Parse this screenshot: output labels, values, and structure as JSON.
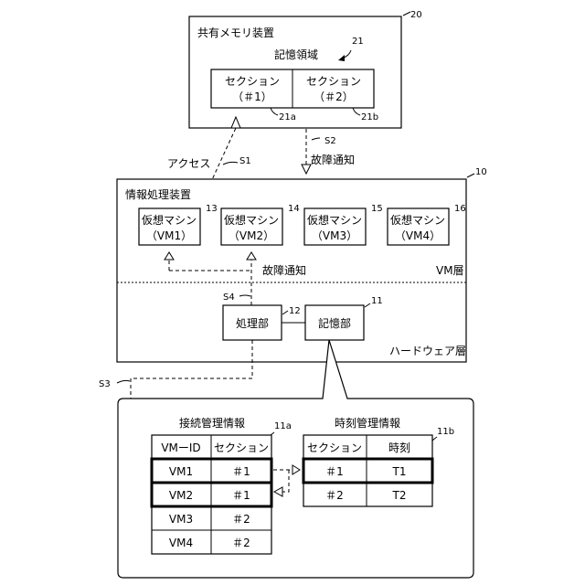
{
  "shared_memory": {
    "title": "共有メモリ装置",
    "ref": "20",
    "storage_area": "記憶領域",
    "storage_ref": "21",
    "section1_line1": "セクション",
    "section1_line2": "（＃1）",
    "section1_ref": "21a",
    "section2_line1": "セクション",
    "section2_line2": "（＃2）",
    "section2_ref": "21b"
  },
  "signals": {
    "access": "アクセス",
    "s1": "S1",
    "s2": "S2",
    "fault_notice_top": "故障通知",
    "fault_notice_mid": "故障通知",
    "s3": "S3",
    "s4": "S4"
  },
  "info_device": {
    "title": "情報処理装置",
    "ref": "10",
    "vm_layer": "VM層",
    "hw_layer": "ハードウェア層",
    "vms": [
      {
        "line1": "仮想マシン",
        "line2": "（VM1）",
        "ref": "13"
      },
      {
        "line1": "仮想マシン",
        "line2": "（VM2）",
        "ref": "14"
      },
      {
        "line1": "仮想マシン",
        "line2": "（VM3）",
        "ref": "15"
      },
      {
        "line1": "仮想マシン",
        "line2": "（VM4）",
        "ref": "16"
      }
    ],
    "processor": "処理部",
    "processor_ref": "12",
    "memory": "記憶部",
    "memory_ref": "11"
  },
  "connection_table": {
    "title": "接続管理情報",
    "ref": "11a",
    "headers": [
      "VMーID",
      "セクション"
    ],
    "rows": [
      [
        "VM1",
        "＃1"
      ],
      [
        "VM2",
        "＃1"
      ],
      [
        "VM3",
        "＃2"
      ],
      [
        "VM4",
        "＃2"
      ]
    ]
  },
  "time_table": {
    "title": "時刻管理情報",
    "ref": "11b",
    "headers": [
      "セクション",
      "時刻"
    ],
    "rows": [
      [
        "＃1",
        "T1"
      ],
      [
        "＃2",
        "T2"
      ]
    ]
  }
}
